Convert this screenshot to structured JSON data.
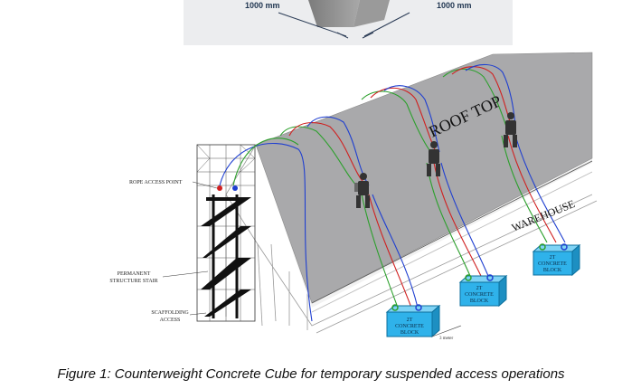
{
  "top_panel": {
    "dim_left": "1000 mm",
    "dim_right": "1000 mm"
  },
  "labels": {
    "rope_access_point": "ROPE ACCESS POINT",
    "permanent_structure_stair_1": "PERMANENT",
    "permanent_structure_stair_2": "STRUCTURE STAIR",
    "scaffolding_access_1": "SCAFFOLDING",
    "scaffolding_access_2": "ACCESS",
    "roof_top": "ROOF TOP",
    "warehouse": "WAREHOUSE",
    "spacing_note": "3 meter"
  },
  "blocks": [
    {
      "line1": "2T",
      "line2": "CONCRETE",
      "line3": "BLOCK"
    },
    {
      "line1": "2T",
      "line2": "CONCRETE",
      "line3": "BLOCK"
    },
    {
      "line1": "2T",
      "line2": "CONCRETE",
      "line3": "BLOCK"
    }
  ],
  "caption": "Figure 1: Counterweight Concrete Cube for temporary suspended access operations",
  "colors": {
    "roof": "#a9a9ab",
    "block": "#2fb2ea",
    "rope_green": "#2ca02c",
    "rope_blue": "#1f3fd0",
    "rope_red": "#d02020"
  }
}
